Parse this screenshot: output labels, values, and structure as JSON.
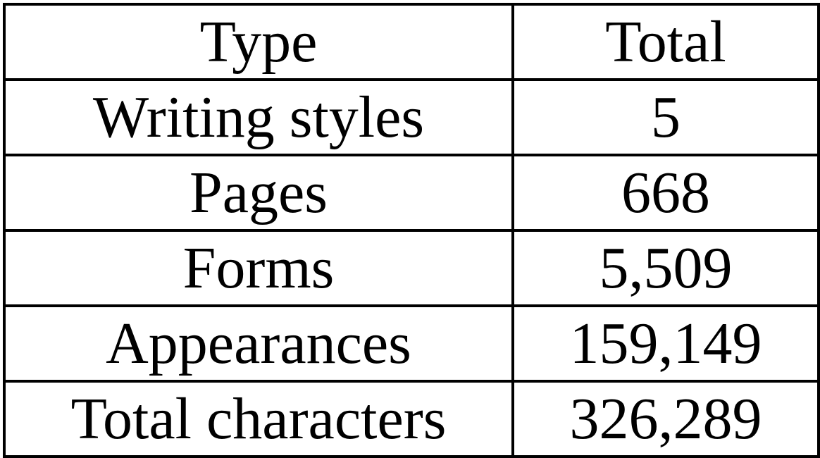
{
  "table": {
    "header": {
      "type": "Type",
      "total": "Total"
    },
    "rows": [
      {
        "type": "Writing styles",
        "total": "5"
      },
      {
        "type": "Pages",
        "total": "668"
      },
      {
        "type": "Forms",
        "total": "5,509"
      },
      {
        "type": "Appearances",
        "total": "159,149"
      },
      {
        "type": "Total characters",
        "total": "326,289"
      }
    ]
  }
}
